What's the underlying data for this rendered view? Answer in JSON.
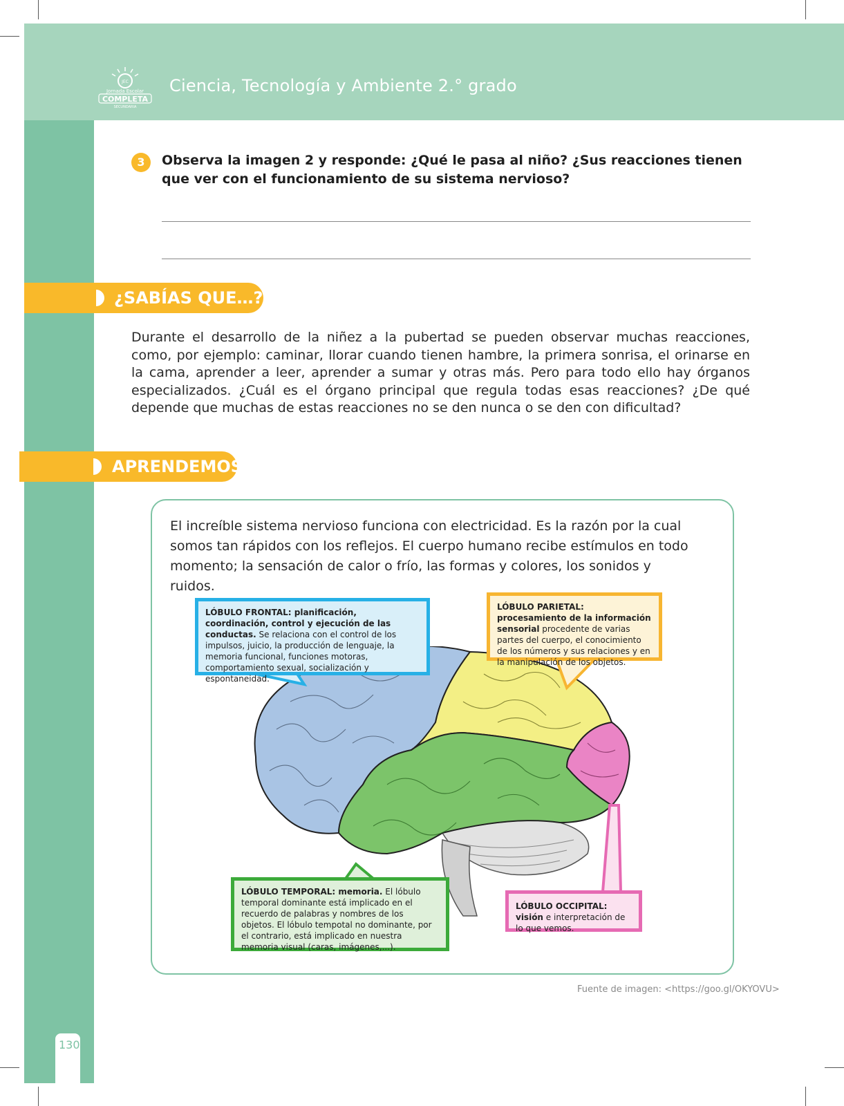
{
  "header": {
    "title": "Ciencia, Tecnología y Ambiente 2.° grado",
    "logo_top": "Jornada Escolar",
    "logo_main": "COMPLETA",
    "logo_sub": "SECUNDARIA",
    "logo_badge": "JEC"
  },
  "question": {
    "number": "3",
    "text": "Observa la imagen 2 y responde: ¿Qué le pasa al niño? ¿Sus reacciones tienen que ver con el funcionamiento de su sistema nervioso?"
  },
  "sabias": {
    "title": "¿SABÍAS QUE…?",
    "text": "Durante el desarrollo de la niñez a la pubertad se pueden observar muchas reacciones, como, por ejemplo: caminar, llorar cuando tienen hambre, la primera sonrisa, el orinarse en la cama, aprender a leer, aprender a sumar y otras más. Pero para todo ello hay órganos especializados. ¿Cuál es el órgano principal que regula todas esas reacciones? ¿De qué depende que muchas de estas reacciones no se den nunca o se den con dificultad?"
  },
  "aprendemos": {
    "title": "APRENDEMOS",
    "text": "El increíble sistema nervioso funciona con electricidad. Es la razón por la cual somos tan rápidos con los reflejos. El cuerpo humano recibe estímulos en todo momento; la sensación de calor o frío, las formas y colores, los sonidos y ruidos."
  },
  "callouts": {
    "frontal_title": "LÓBULO FRONTAL: planificación, coordinación, control y ejecución de las conductas.",
    "frontal_text": " Se relaciona con el control de los impulsos, juicio, la producción de lenguaje, la memoria funcional, funciones motoras, comportamiento sexual, socialización y espontaneidad.",
    "parietal_title": "LÓBULO PARIETAL: procesamiento de la información sensorial",
    "parietal_text": " procedente de varias partes del cuerpo, el conocimiento de los números y sus relaciones y en la manipulación de los objetos.",
    "temporal_title": "LÓBULO TEMPORAL: memoria.",
    "temporal_text": " El lóbulo temporal dominante está implicado en el recuerdo de palabras y nombres de los objetos. El lóbulo tempotal no dominante, por el contrario, está implicado en nuestra memoria visual (caras, imágenes,...).",
    "occipital_title": "LÓBULO OCCIPITAL: visión",
    "occipital_text": " e interpretación de lo que vemos."
  },
  "source": "Fuente de imagen: <https://goo.gl/OKYOVU>",
  "page_number": "130",
  "colors": {
    "header": "#a6d5bd",
    "sidebar": "#7ec3a4",
    "accent": "#f9b92a",
    "frontal": "#27b0e6",
    "parietal": "#f7b531",
    "temporal": "#3caa3a",
    "occipital": "#e66ab3"
  }
}
